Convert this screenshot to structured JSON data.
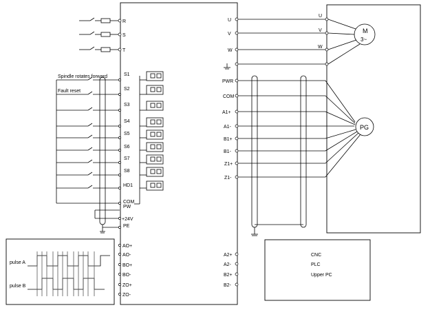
{
  "power_inputs": [
    "R",
    "S",
    "T"
  ],
  "motor_outputs": [
    "U",
    "V",
    "W"
  ],
  "motor_terminal_labels": [
    "U",
    "V",
    "W"
  ],
  "motor": {
    "label": "M",
    "sublabel": "3~"
  },
  "digital_inputs": [
    "S1",
    "S2",
    "S3",
    "S4",
    "S5",
    "S6",
    "S7",
    "S8",
    "HD1"
  ],
  "input_annotations": {
    "s1": "Spindle rotates forward",
    "s2": "Fault reset"
  },
  "common_terms": [
    "COM",
    "PW",
    "+24V",
    "PE"
  ],
  "analog_outputs": [
    "AO+",
    "AO-",
    "BO+",
    "BO-",
    "ZO+",
    "ZO-"
  ],
  "encoder_terms": [
    "PWR",
    "COM",
    "A1+",
    "A1-",
    "B1+",
    "B1-",
    "Z1+",
    "Z1-"
  ],
  "encoder_label": "PG",
  "pulse_out_terms": [
    "A2+",
    "A2-",
    "B2+",
    "B2-"
  ],
  "pulse_labels": [
    "pulse A",
    "pulse B"
  ],
  "controller_lines": [
    "CNC",
    "PLC",
    "Upper PC"
  ]
}
